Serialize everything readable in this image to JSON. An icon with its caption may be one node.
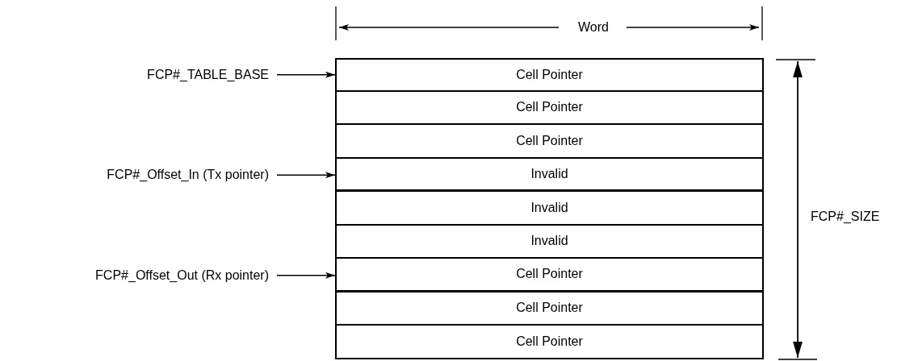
{
  "diagram": {
    "nodes": [
      {
        "text": [
          "Cell Pointer"
        ]
      },
      {
        "text": [
          "Cell Pointer"
        ]
      },
      {
        "text": [
          "Cell Pointer"
        ]
      },
      {
        "text": [
          "Invalid"
        ]
      },
      {
        "text": [
          "Invalid"
        ]
      },
      {
        "text": [
          "Invalid"
        ]
      },
      {
        "text": [
          "Cell Pointer"
        ]
      },
      {
        "text": [
          "Cell Pointer"
        ]
      },
      {
        "text": [
          "Cell Pointer"
        ]
      },
      {
        "text": [
          "FCP#_TABLE_BASE"
        ]
      },
      {
        "text": [
          "FCP#_Offset_In (Tx pointer)"
        ]
      },
      {
        "text": [
          "FCP#_Offset_Out (Rx pointer)"
        ]
      }
    ],
    "edges": [
      {
        "from": 9,
        "to": 0,
        "arrow": "to"
      },
      {
        "from": 10,
        "to": 3,
        "arrow": "to"
      },
      {
        "from": 11,
        "to": 6,
        "arrow": "to"
      }
    ],
    "labels": [
      "Word",
      "FCP#_SIZE"
    ]
  }
}
